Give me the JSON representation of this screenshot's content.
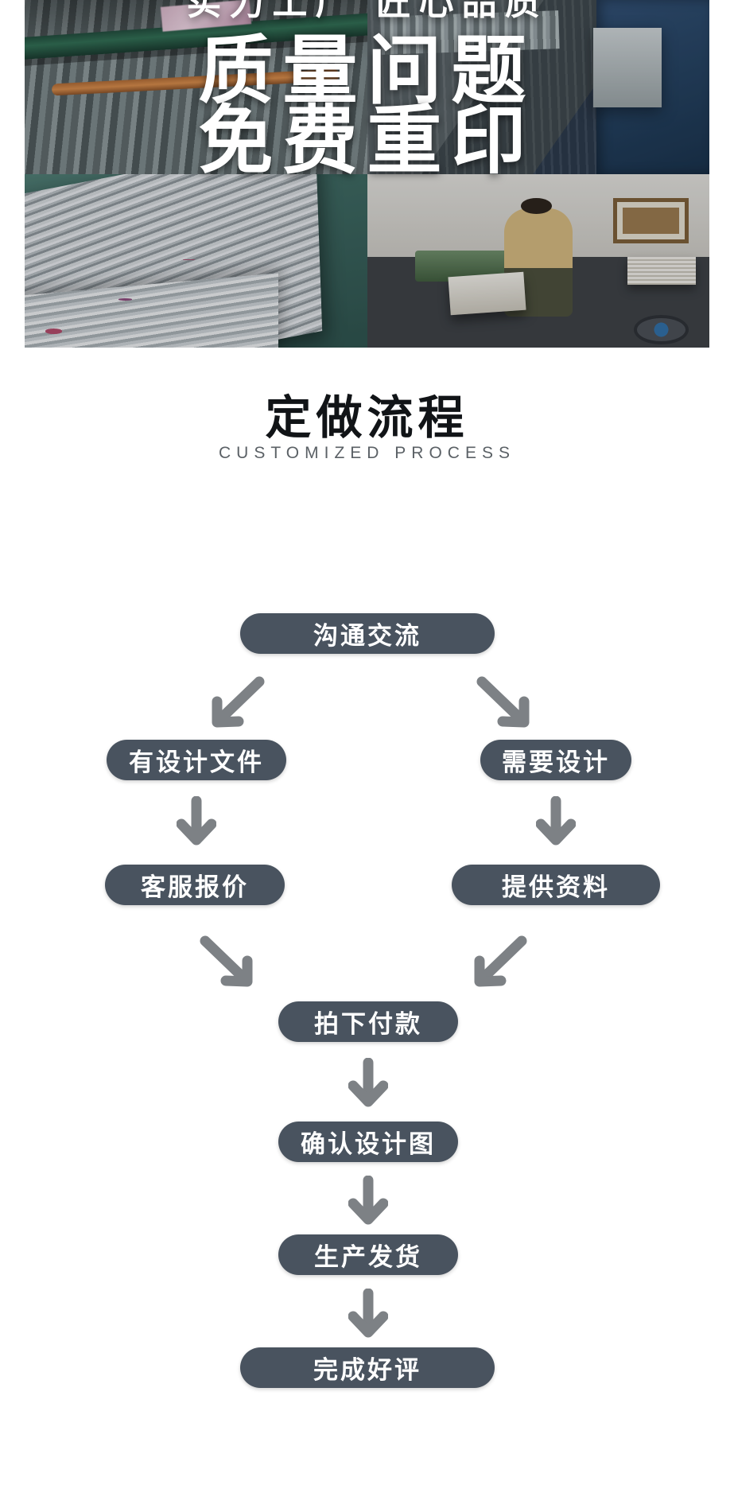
{
  "hero": {
    "tagline": "实力工厂  匠心品质",
    "headline_line1": "质量问题",
    "headline_line2": "免费重印",
    "photos": [
      {
        "name": "printing-press-rollers"
      },
      {
        "name": "printing-machine-blue-wall"
      },
      {
        "name": "stacked-printed-sheets"
      },
      {
        "name": "worker-at-paper-cutting-machine"
      }
    ]
  },
  "section": {
    "title": "定做流程",
    "subtitle": "CUSTOMIZED PROCESS"
  },
  "flow": {
    "accent_color": "#49535f",
    "arrow_color": "#7d8185",
    "nodes": [
      {
        "id": "n1",
        "label": "沟通交流"
      },
      {
        "id": "n2",
        "label": "有设计文件"
      },
      {
        "id": "n3",
        "label": "需要设计"
      },
      {
        "id": "n4",
        "label": "客服报价"
      },
      {
        "id": "n5",
        "label": "提供资料"
      },
      {
        "id": "n6",
        "label": "拍下付款"
      },
      {
        "id": "n7",
        "label": "确认设计图"
      },
      {
        "id": "n8",
        "label": "生产发货"
      },
      {
        "id": "n9",
        "label": "完成好评"
      }
    ],
    "arrows": [
      {
        "from": "n1",
        "to": "n2",
        "direction": "down-left"
      },
      {
        "from": "n1",
        "to": "n3",
        "direction": "down-right"
      },
      {
        "from": "n2",
        "to": "n4",
        "direction": "down"
      },
      {
        "from": "n3",
        "to": "n5",
        "direction": "down"
      },
      {
        "from": "n4",
        "to": "n6",
        "direction": "down-right"
      },
      {
        "from": "n5",
        "to": "n6",
        "direction": "down-left"
      },
      {
        "from": "n6",
        "to": "n7",
        "direction": "down"
      },
      {
        "from": "n7",
        "to": "n8",
        "direction": "down"
      },
      {
        "from": "n8",
        "to": "n9",
        "direction": "down"
      }
    ]
  }
}
